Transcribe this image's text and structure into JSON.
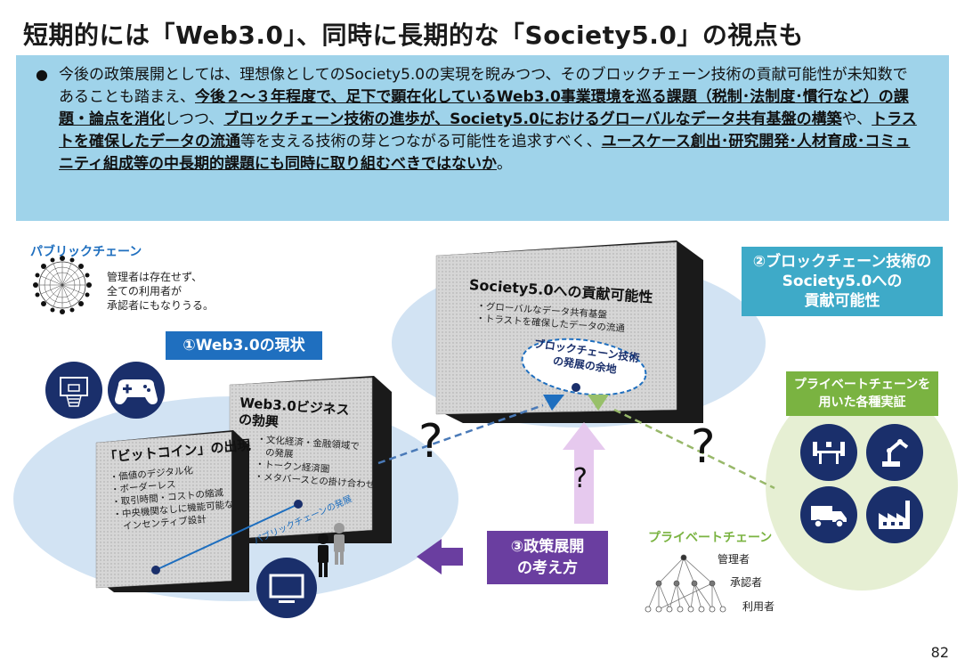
{
  "title": "短期的には「Web3.0」、同時に長期的な「Society5.0」の視点も",
  "summary": {
    "bullet": "●",
    "segments": [
      {
        "t": "今後の政策展開としては、理想像としてのSociety5.0の実現を睨みつつ、そのブロックチェーン技術の貢献可能性が未知数であることも踏まえ、",
        "s": "plain"
      },
      {
        "t": "今後２～３年程度で、足下で顕在化しているWeb3.0事業環境を巡る課題（税制･法制度･慣行など）の課題・論点を消化",
        "s": "bu"
      },
      {
        "t": "しつつ、",
        "s": "plain"
      },
      {
        "t": "ブロックチェーン技術の進歩が、Society5.0におけるグローバルなデータ共有基盤の構築",
        "s": "bu"
      },
      {
        "t": "や、",
        "s": "plain"
      },
      {
        "t": "トラストを確保したデータの流通",
        "s": "bu"
      },
      {
        "t": "等を支える技術の芽とつながる可能性を追求すべく、",
        "s": "plain"
      },
      {
        "t": "ユースケース創出･研究開発･人材育成･コミュニティ組成等の中長期的課題にも同時に取り組むべきではないか",
        "s": "bu"
      },
      {
        "t": "。",
        "s": "plain"
      }
    ]
  },
  "public_chain": {
    "title": "パブリックチェーン",
    "description": [
      "管理者は存在せず、",
      "全ての利用者が",
      "承認者にもなりうる。"
    ]
  },
  "web3_label": "①Web3.0の現状",
  "society_label": [
    "②ブロックチェーン技術の",
    "Society5.0への",
    "貢献可能性"
  ],
  "private_label": [
    "プライベートチェーンを",
    "用いた各種実証"
  ],
  "policy_label": [
    "③政策展開",
    "の考え方"
  ],
  "bitcoin_block": {
    "title": "「ビットコイン」の出現",
    "items": [
      "・価値のデジタル化",
      "・ボーダーレス",
      "・取引時間・コストの縮減",
      "・中央機関なしに機能可能な",
      "　インセンティブ設計"
    ]
  },
  "web3_block": {
    "title": [
      "Web3.0ビジネス",
      "の勃興"
    ],
    "items": [
      "・文化経済・金融領域で",
      "　の発展",
      "・トークン経済圏",
      "・メタバースとの掛け合わせ"
    ],
    "arrow_label": "パブリックチェーンの発展"
  },
  "society_block": {
    "title": "Society5.0への貢献可能性",
    "items": [
      "・グローバルなデータ共有基盤",
      "・トラストを確保したデータの流通"
    ],
    "ellipse": [
      "ブロックチェーン技術",
      "の発展の余地"
    ]
  },
  "private_chain": {
    "title": "プライベートチェーン",
    "roles": [
      "管理者",
      "承認者",
      "利用者"
    ]
  },
  "question_mark": "?",
  "page_number": "82",
  "colors": {
    "summary_bg": "#9fd3ea",
    "web3_blue": "#1f6fbf",
    "society_teal": "#3eaac8",
    "private_green": "#7ab341",
    "policy_purple": "#6a3ea0",
    "navy": "#1a2f6b"
  }
}
